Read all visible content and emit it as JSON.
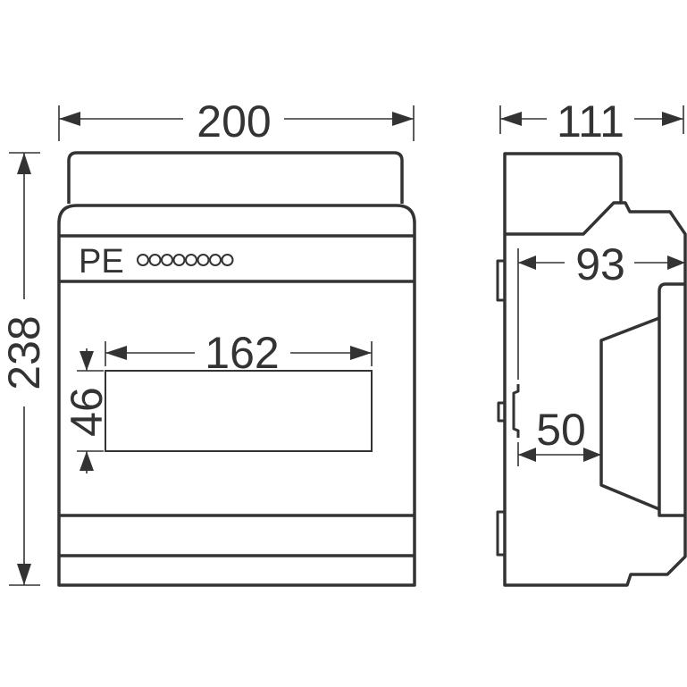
{
  "front_view": {
    "label": "PE",
    "terminal_count": 8,
    "dimensions": {
      "width": "200",
      "height": "238",
      "window_width": "162",
      "window_height": "46"
    }
  },
  "side_view": {
    "dimensions": {
      "depth": "111",
      "inner_depth": "93",
      "rail_to_front": "50"
    }
  },
  "colors": {
    "line": "#333333",
    "background": "#ffffff"
  }
}
